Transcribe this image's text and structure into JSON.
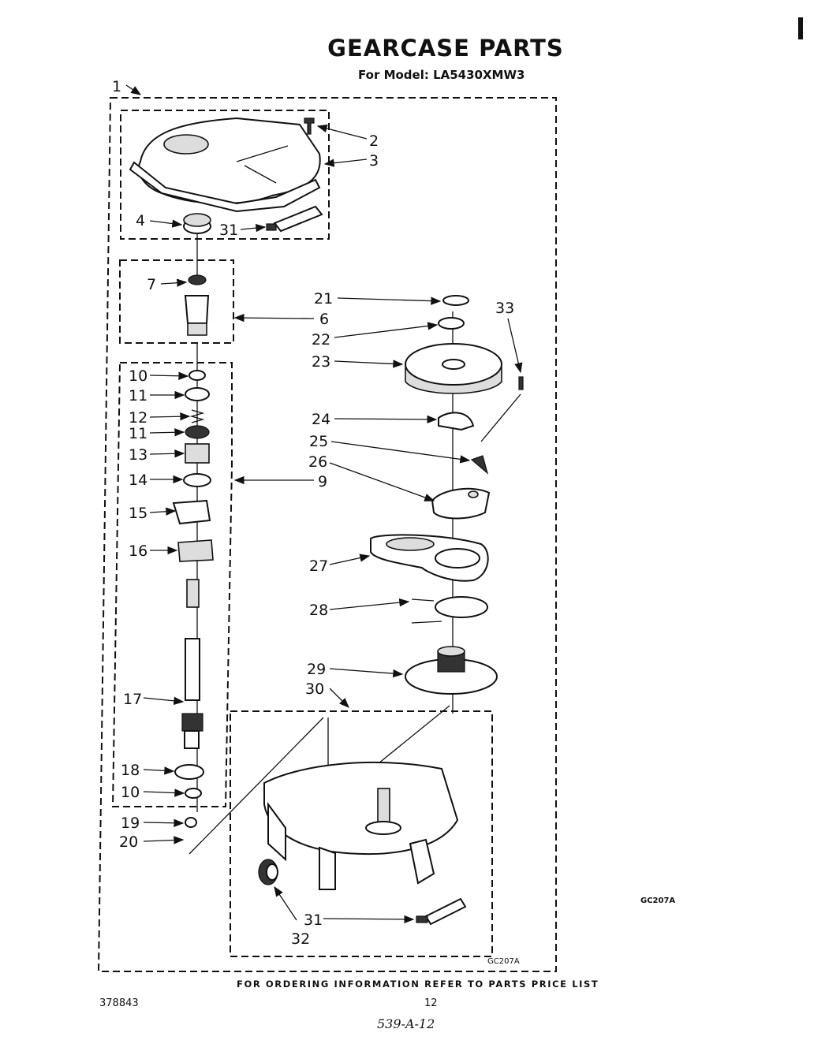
{
  "header": {
    "title": "GEARCASE PARTS",
    "subtitle": "For Model: LA5430XMW3"
  },
  "footer": {
    "ordering_note": "FOR ORDERING INFORMATION REFER TO PARTS PRICE LIST",
    "doc_number": "378843",
    "page_number": "12",
    "handwritten_note": "539-A-12"
  },
  "figure_codes": {
    "outer": "GC207A",
    "inner": "GC207A"
  },
  "callouts": {
    "c1": "1",
    "c2": "2",
    "c3": "3",
    "c4": "4",
    "c31a": "31",
    "c7": "7",
    "c6": "6",
    "c10a": "10",
    "c11a": "11",
    "c12": "12",
    "c11b": "11",
    "c13": "13",
    "c14": "14",
    "c9": "9",
    "c15": "15",
    "c16": "16",
    "c17": "17",
    "c18": "18",
    "c10b": "10",
    "c19": "19",
    "c20": "20",
    "c21": "21",
    "c22": "22",
    "c23": "23",
    "c33": "33",
    "c24": "24",
    "c25": "25",
    "c26": "26",
    "c27": "27",
    "c28": "28",
    "c29": "29",
    "c30": "30",
    "c31b": "31",
    "c32": "32"
  }
}
